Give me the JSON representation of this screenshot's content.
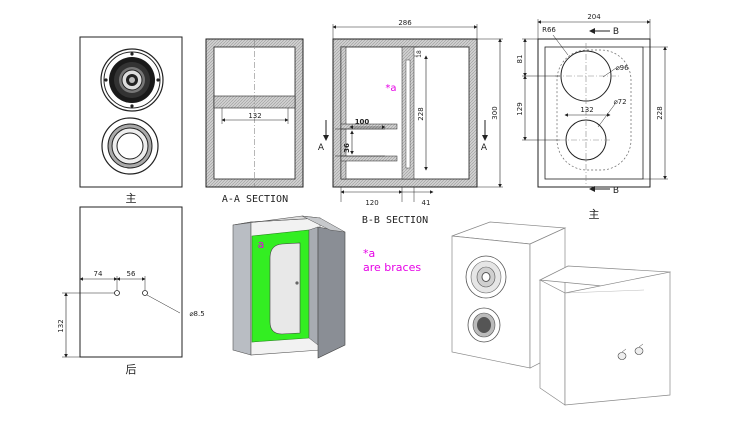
{
  "views": {
    "front_label": "主",
    "section_aa_label": "A-A SECTION",
    "section_bb_label": "B-B SECTION",
    "front_label_right": "主",
    "rear_label": "后"
  },
  "dims_aa": {
    "brace_width": "132"
  },
  "dims_bb": {
    "overall_width": "286",
    "brace_top": "18",
    "height_inner": "228",
    "port_length": "100",
    "port_dia": "36",
    "bottom_left": "120",
    "bottom_right": "41",
    "overall_height": "300",
    "arrow_letter": "A",
    "brace_mark": "*a"
  },
  "dims_front": {
    "width": "204",
    "radius": "R66",
    "top_offset": "81",
    "center_spacing": "129",
    "height": "228",
    "hole_big": "⌀96",
    "hole_small": "⌀72",
    "hole_spacing": "132",
    "section_letter": "B"
  },
  "dims_rear": {
    "offset1": "74",
    "offset2": "56",
    "height": "132",
    "terminal_dia": "⌀8.5"
  },
  "notes": {
    "brace_tag": "a",
    "brace_note_line1": "*a",
    "brace_note_line2": "are braces"
  },
  "colors": {
    "brace_green": "#33ee22",
    "note_magenta": "#e600e6",
    "hatch": "#b8b8b8",
    "line": "#222222"
  }
}
